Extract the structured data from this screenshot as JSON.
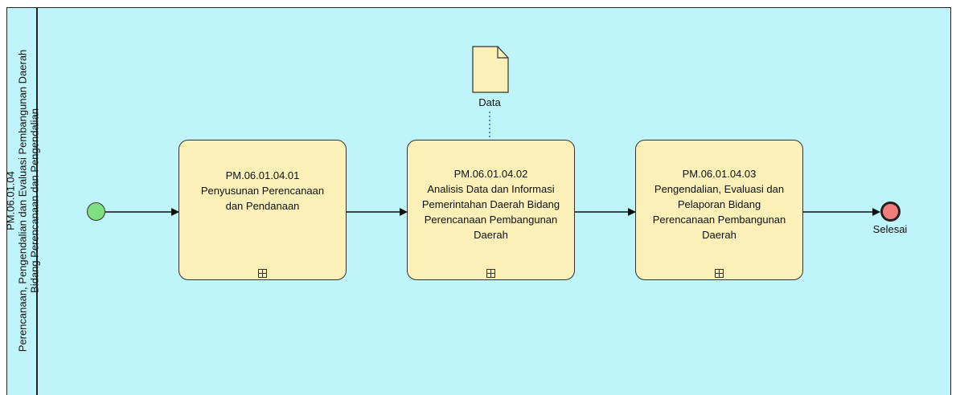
{
  "lane": {
    "line1": "PM.06.01.04",
    "line2": "Perencanaan, Pengendalian dan Evaluasi Pembangunan Daerah",
    "line3": "Bidang Perencanaan dan Pengendalian"
  },
  "tasks": [
    {
      "id": "PM.06.01.04.01",
      "lines": [
        "Penyusunan Perencanaan",
        "dan Pendanaan"
      ]
    },
    {
      "id": "PM.06.01.04.02",
      "lines": [
        "Analisis Data dan Informasi",
        "Pemerintahan Daerah Bidang",
        "Perencanaan Pembangunan",
        "Daerah"
      ]
    },
    {
      "id": "PM.06.01.04.03",
      "lines": [
        "Pengendalian, Evaluasi dan",
        "Pelaporan Bidang",
        "Perencanaan Pembangunan",
        "Daerah"
      ]
    }
  ],
  "data_object": {
    "label": "Data"
  },
  "end_event": {
    "label": "Selesai"
  },
  "colors": {
    "pool_background": "#bff5fa",
    "task_fill": "#fbf0b8",
    "start_fill": "#7ee07e",
    "end_fill": "#f37c7c",
    "data_fill": "#fbf0b8"
  }
}
